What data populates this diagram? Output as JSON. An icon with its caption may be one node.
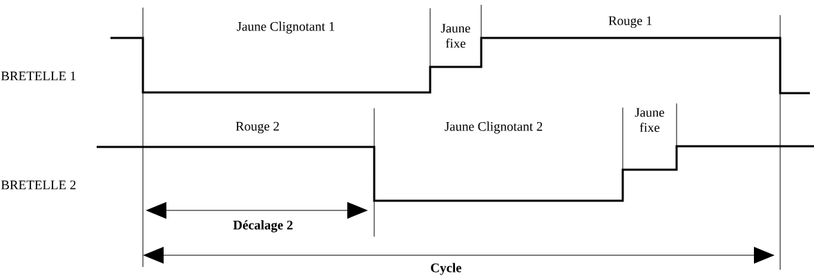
{
  "diagram": {
    "labels": [
      "Jaune Clignotant 1",
      "Jaune fixe",
      "Rouge 1",
      "BRETELLE 1",
      "Rouge 2",
      "Jaune Clignotant 2",
      "Jaune fixe",
      "BRETELLE 2",
      "Décalage 2",
      "Cycle"
    ]
  }
}
